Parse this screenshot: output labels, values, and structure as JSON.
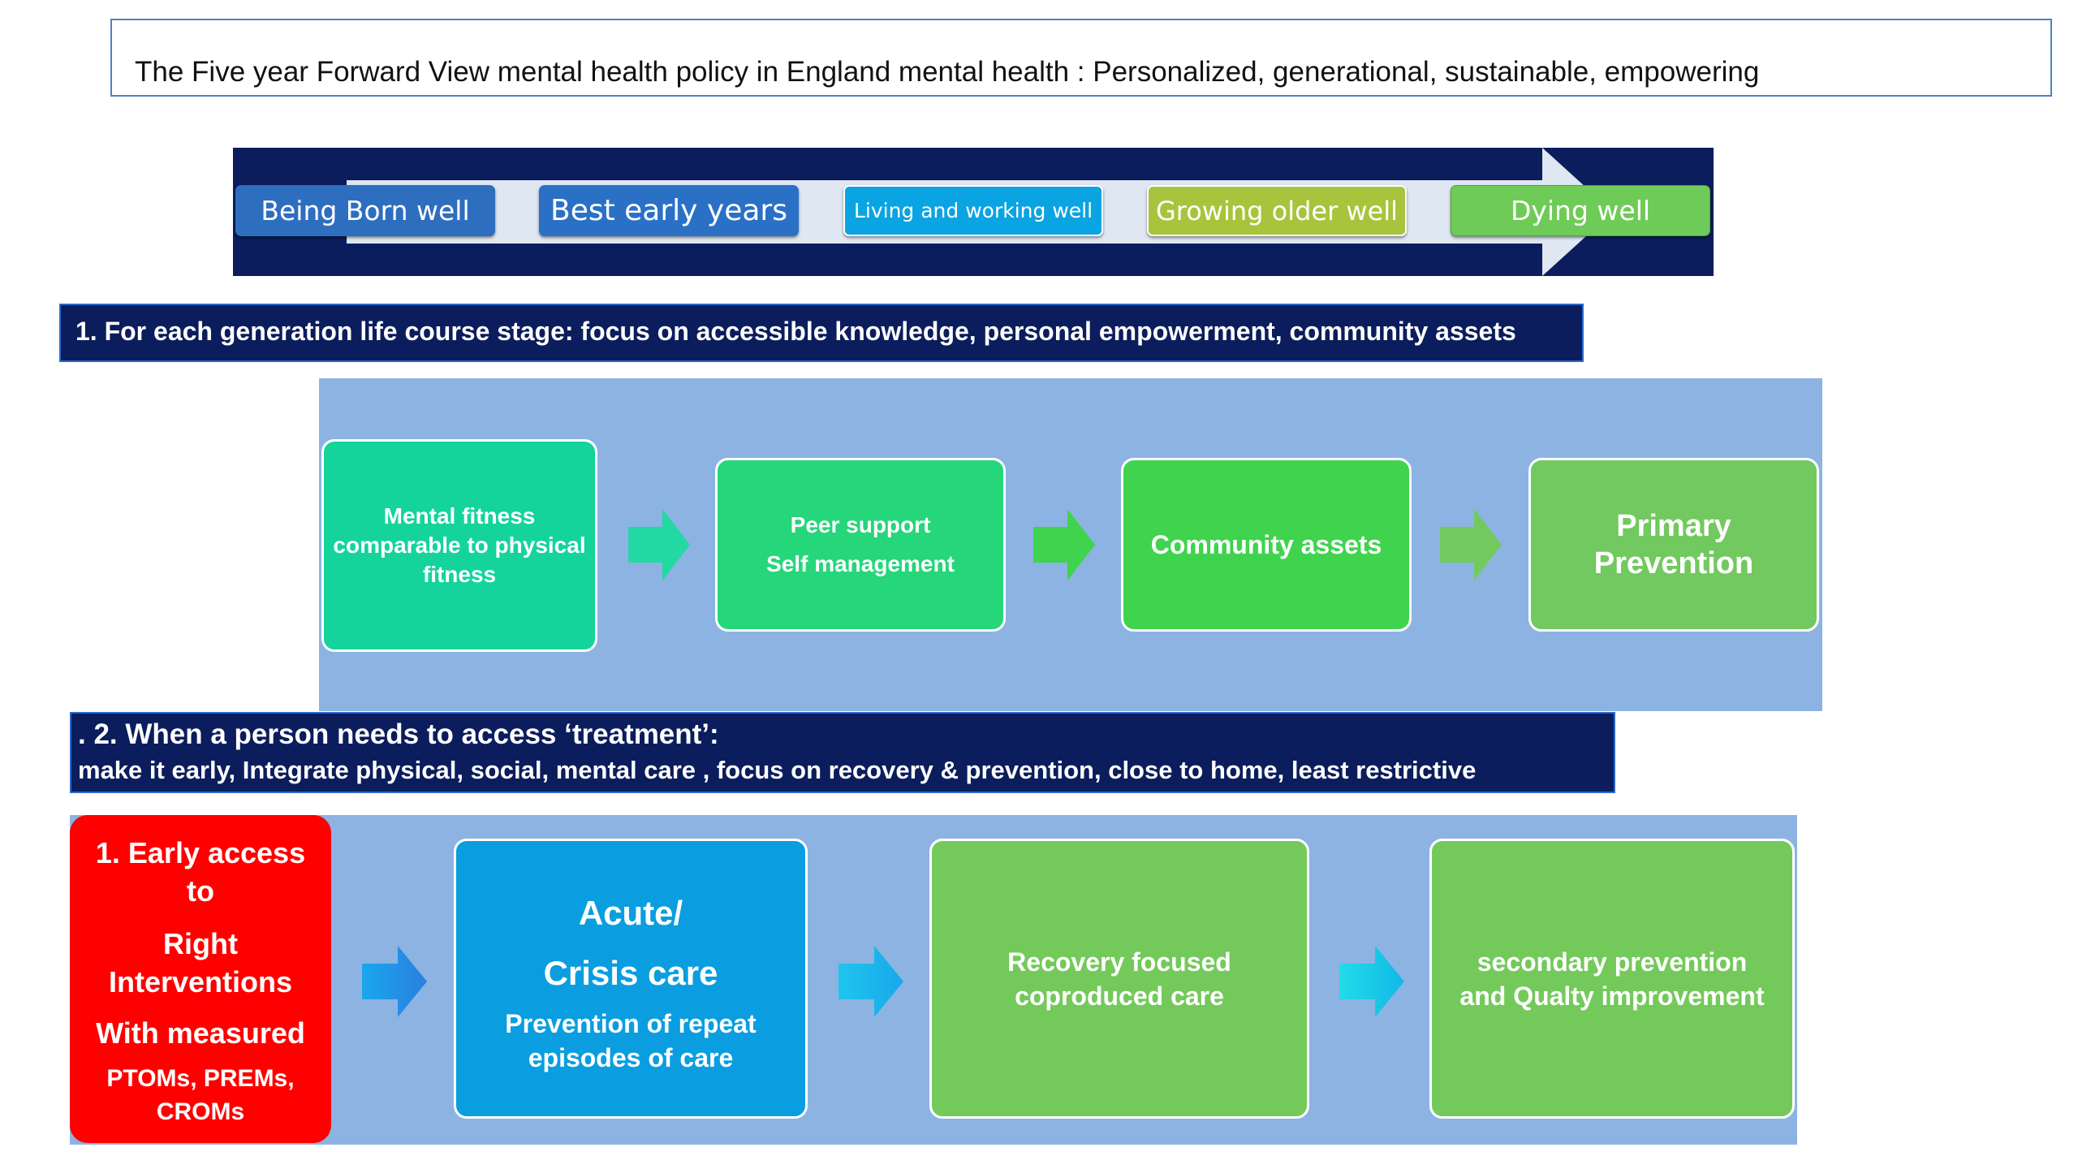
{
  "title": "The Five year Forward View mental health policy in England mental health : Personalized,  generational, sustainable, empowering",
  "life_course": {
    "stages": [
      "Being Born well",
      "Best early years",
      "Living and working well",
      "Growing older well",
      "Dying well"
    ]
  },
  "section1": {
    "heading": "1. For each generation life course stage: focus on accessible knowledge, personal empowerment, community assets",
    "boxes": [
      [
        "Mental fitness",
        "comparable to physical",
        "fitness"
      ],
      [
        "Peer support",
        "Self management"
      ],
      [
        "Community assets"
      ],
      [
        "Primary",
        "Prevention"
      ]
    ]
  },
  "section2": {
    "heading_line1": ". 2. When a person needs to access ‘treatment’:",
    "heading_line2": "make it early, Integrate physical, social, mental care , focus on recovery & prevention, close to home, least restrictive",
    "early_access": {
      "line1": "1. Early access",
      "line2": "to",
      "line3": "Right",
      "line4": "Interventions",
      "line5": "With measured",
      "line6": "PTOMs, PREMs,",
      "line7": "CROMs"
    },
    "acute": {
      "line1": "Acute/",
      "line2": "Crisis care",
      "sub1": "Prevention of repeat",
      "sub2": "episodes of care"
    },
    "recovery": [
      "Recovery focused",
      "coproduced care"
    ],
    "secondary": [
      "secondary prevention",
      "and Qualty improvement"
    ]
  },
  "colors": {
    "navy": "#0b1d5c",
    "panel_blue": "#8db3e2",
    "red": "#ff0000",
    "acute_blue": "#0a9ee0",
    "green": "#74c95b"
  }
}
